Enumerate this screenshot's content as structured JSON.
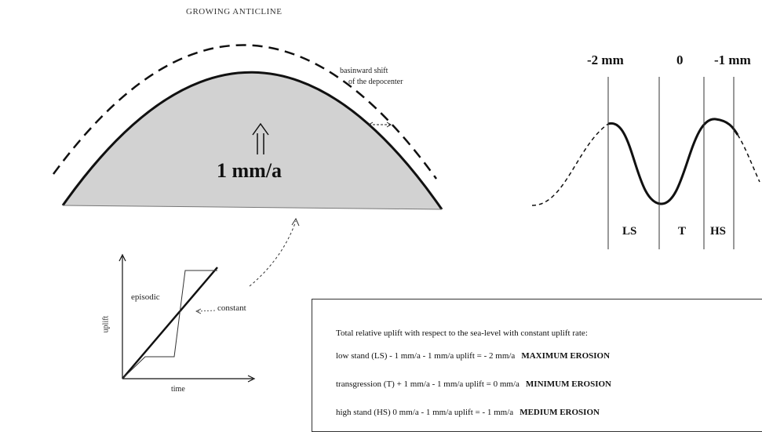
{
  "title": "GROWING ANTICLINE",
  "anticline": {
    "rate_label": "1 mm/a",
    "shift_line1": "basinward shift",
    "shift_line2": "of the depocenter"
  },
  "levels": {
    "left": "-2 mm",
    "middle": "0",
    "right": "-1 mm"
  },
  "zones": [
    "LS",
    "T",
    "HS"
  ],
  "graph": {
    "episodic": "episodic",
    "constant": "constant",
    "ylabel": "uplift",
    "xlabel": "time"
  },
  "summary": {
    "heading": "Total relative uplift with respect to the sea-level with constant uplift rate:",
    "rows": [
      {
        "text": "low stand (LS) - 1 mm/a - 1 mm/a uplift = - 2 mm/a",
        "tag": "MAXIMUM EROSION"
      },
      {
        "text": "transgression (T) + 1 mm/a - 1 mm/a uplift = 0 mm/a",
        "tag": "MINIMUM EROSION"
      },
      {
        "text": "high stand (HS)  0 mm/a - 1 mm/a uplift = - 1 mm/a",
        "tag": "MEDIUM EROSION"
      }
    ]
  }
}
